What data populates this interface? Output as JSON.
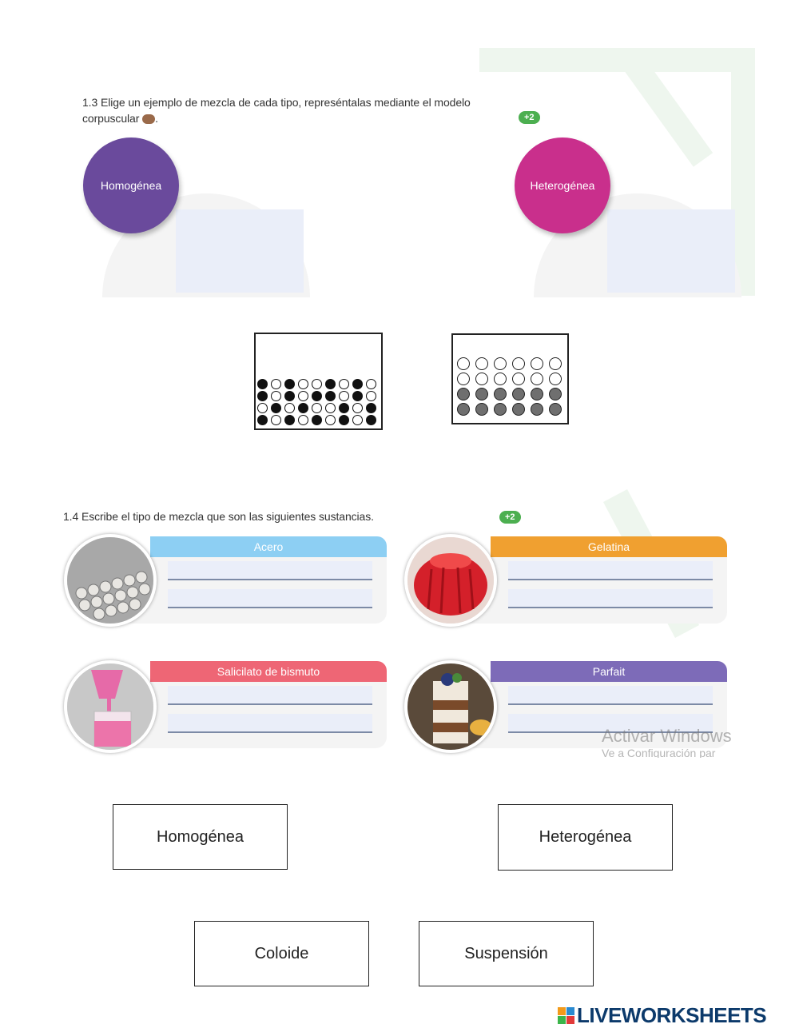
{
  "section13": {
    "title_line1": "1.3 Elige un ejemplo de mezcla de cada tipo, represéntalas mediante el modelo",
    "title_line2": "corpuscular",
    "badge": "+2",
    "homogeneous_label": "Homogénea",
    "heterogeneous_label": "Heterogénea",
    "colors": {
      "homogeneous": "#6a4a9c",
      "heterogeneous": "#c92f8c"
    }
  },
  "section14": {
    "title": "1.4 Escribe el tipo de mezcla que son las siguientes sustancias.",
    "badge": "+2",
    "cards": [
      {
        "label": "Acero",
        "color": "#8dcff3",
        "icon": "steel-rods-photo"
      },
      {
        "label": "Gelatina",
        "color": "#f0a030",
        "icon": "jelly-photo"
      },
      {
        "label": "Salicilato de bismuto",
        "color": "#ee6675",
        "icon": "pink-medicine-photo"
      },
      {
        "label": "Parfait",
        "color": "#7d6bb8",
        "icon": "parfait-photo"
      }
    ]
  },
  "watermark": {
    "line1": "Activar Windows",
    "line2": "Ve a Configuración par"
  },
  "word_bank": [
    "Homogénea",
    "Heterogénea",
    "Coloide",
    "Suspensión"
  ],
  "footer": {
    "brand": "LIVEWORKSHEETS"
  }
}
